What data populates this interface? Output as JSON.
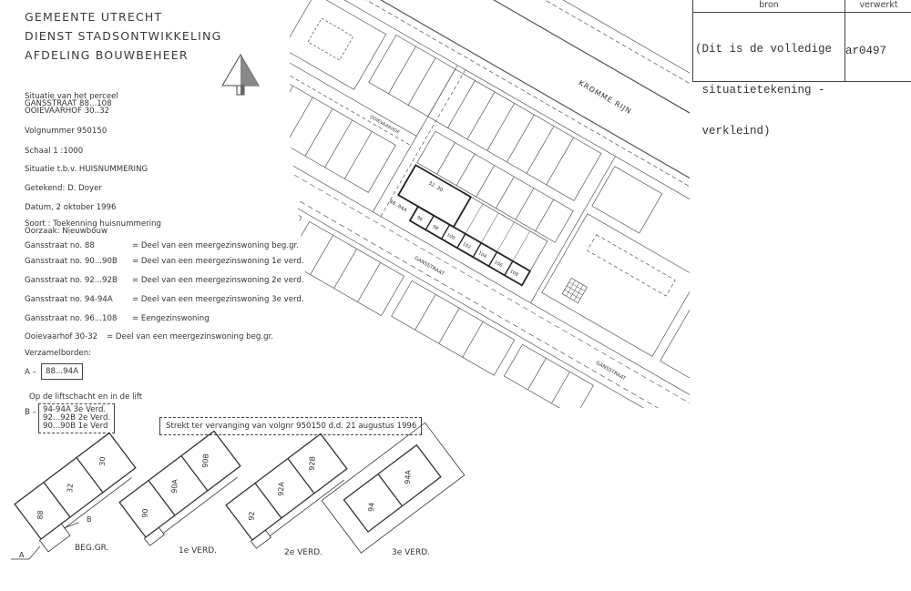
{
  "header": {
    "lines": [
      "GEMEENTE  UTRECHT",
      "DIENST STADSONTWIKKELING",
      "AFDELING BOUWBEHEER"
    ]
  },
  "info": {
    "situatie_label": "Situatie van het perceel",
    "address_1": "GANSSTRAAT 88...108",
    "address_2": "OOIEVAARHOF 30..32",
    "volgnummer": "Volgnummer 950150",
    "schaal": "Schaal 1 :1000",
    "situatie_tbv": "Situatie t.b.v. HUISNUMMERING",
    "getekend": "Getekend: D. Doyer",
    "datum": "Datum, 2 oktober 1996",
    "soort": "Soort : Toekenning huisnummering",
    "oorzaak": "Oorzaak: Nieuwbouw"
  },
  "numbering": [
    {
      "address": "Gansstraat no. 88",
      "desc": "= Deel van een meergezinswoning beg.gr."
    },
    {
      "address": "Gansstraat no. 90...90B",
      "desc": "= Deel van een meergezinswoning 1e verd."
    },
    {
      "address": "Gansstraat no. 92...92B",
      "desc": "= Deel van een meergezinswoning 2e verd."
    },
    {
      "address": "Gansstraat no. 94-94A",
      "desc": "= Deel van een meergezinswoning 3e verd."
    },
    {
      "address": "Gansstraat no. 96...108",
      "desc": "= Eengezinswoning"
    },
    {
      "address": "Ooievaarhof 30-32",
      "desc": "= Deel van een meergezinswoning beg.gr."
    }
  ],
  "verzamelborden": {
    "label": "Verzamelborden:",
    "a_prefix": "A –",
    "a_value": "88...94A",
    "lift_label": "Op de liftschacht en in de lift",
    "b_prefix": "B –",
    "b_values": [
      "94-94A 3e Verd.",
      "92...92B 2e Verd.",
      "90...90B 1e Verd"
    ]
  },
  "note": "Strekt ter vervanging van volgnr 950150 d.d. 21 augustus 1996",
  "table": {
    "col_bron": "bron",
    "col_verwerkt": "verwerkt",
    "bron_lines": [
      "(Dit is de volledige",
      " situatietekening -",
      " verkleind)"
    ],
    "verwerkt": "ar0497"
  },
  "map": {
    "river": "KROMME RIJN",
    "street_main": "GANSSTRAAT",
    "street_hof": "OOIEVAARHOF",
    "block_ooievaarhof": "32..30",
    "block_gansstraat": "88..94A",
    "houses": [
      "96",
      "98",
      "100",
      "102",
      "104",
      "106",
      "108"
    ]
  },
  "diagrams": [
    {
      "label": "BEG.GR.",
      "cells": [
        "88",
        "32",
        "30"
      ],
      "marker_a": "A",
      "marker_b": "B"
    },
    {
      "label": "1e VERD.",
      "cells": [
        "90",
        "90A",
        "90B"
      ]
    },
    {
      "label": "2e VERD.",
      "cells": [
        "92",
        "92A",
        "92B"
      ]
    },
    {
      "label": "3e VERD.",
      "cells": [
        "94",
        "94A"
      ]
    }
  ]
}
